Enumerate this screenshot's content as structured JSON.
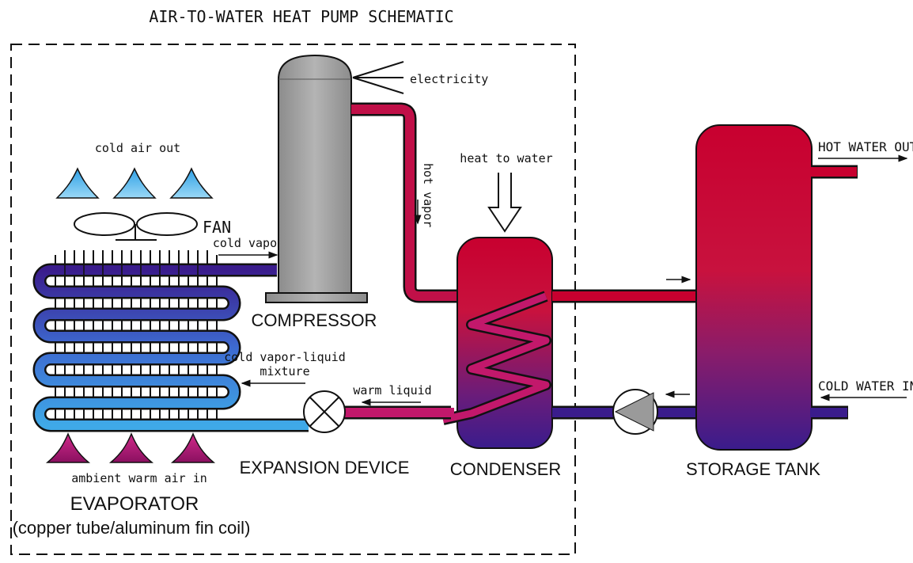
{
  "title": "AIR-TO-WATER HEAT PUMP SCHEMATIC",
  "labels": {
    "electricity": "electricity",
    "cold_air_out": "cold air out",
    "fan": "FAN",
    "cold_vapor": "cold vapor",
    "hot_vapor": "hot vapor",
    "heat_to_water": "heat to water",
    "compressor": "COMPRESSOR",
    "cold_vapor_liquid_1": "cold vapor-liquid",
    "cold_vapor_liquid_2": "mixture",
    "warm_liquid": "warm liquid",
    "expansion_device": "EXPANSION DEVICE",
    "condenser": "CONDENSER",
    "storage_tank": "STORAGE TANK",
    "hot_water_out": "HOT WATER OUT",
    "cold_water_in": "COLD WATER IN",
    "ambient_warm_air_in": "ambient warm air in",
    "evaporator": "EVAPORATOR",
    "evaporator_sub": "(copper tube/aluminum fin coil)"
  },
  "colors": {
    "hot": "#c8002f",
    "hot_pipe": "#c01048",
    "magenta": "#c2186b",
    "dark_purple": "#3a1c8c",
    "cold_blue": "#3fa9e8",
    "mid_blue": "#3d58c4",
    "air_out": "#4ab6ea",
    "air_in": "#b2177a",
    "compressor_gray": "#a8a8a8"
  }
}
